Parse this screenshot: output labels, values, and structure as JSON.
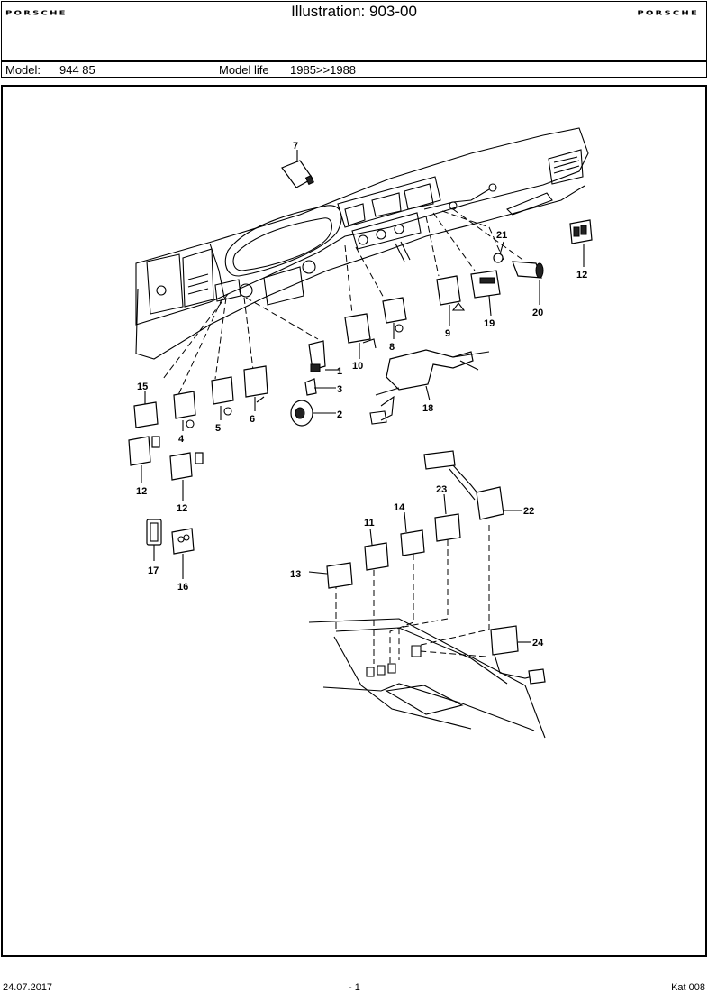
{
  "header": {
    "brand_left": "PORSCHE",
    "title": "Illustration: 903-00",
    "brand_right": "PORSCHE"
  },
  "model_bar": {
    "model_label": "Model:",
    "model_value": "944 85",
    "life_label": "Model life",
    "life_value": "1985>>1988"
  },
  "callouts": [
    "1",
    "2",
    "3",
    "4",
    "5",
    "6",
    "7",
    "8",
    "9",
    "10",
    "11",
    "12",
    "12",
    "12",
    "13",
    "14",
    "15",
    "16",
    "17",
    "18",
    "19",
    "20",
    "21",
    "22",
    "23",
    "24"
  ],
  "footer": {
    "date": "24.07.2017",
    "page": "- 1",
    "catalog": "Kat 008"
  }
}
